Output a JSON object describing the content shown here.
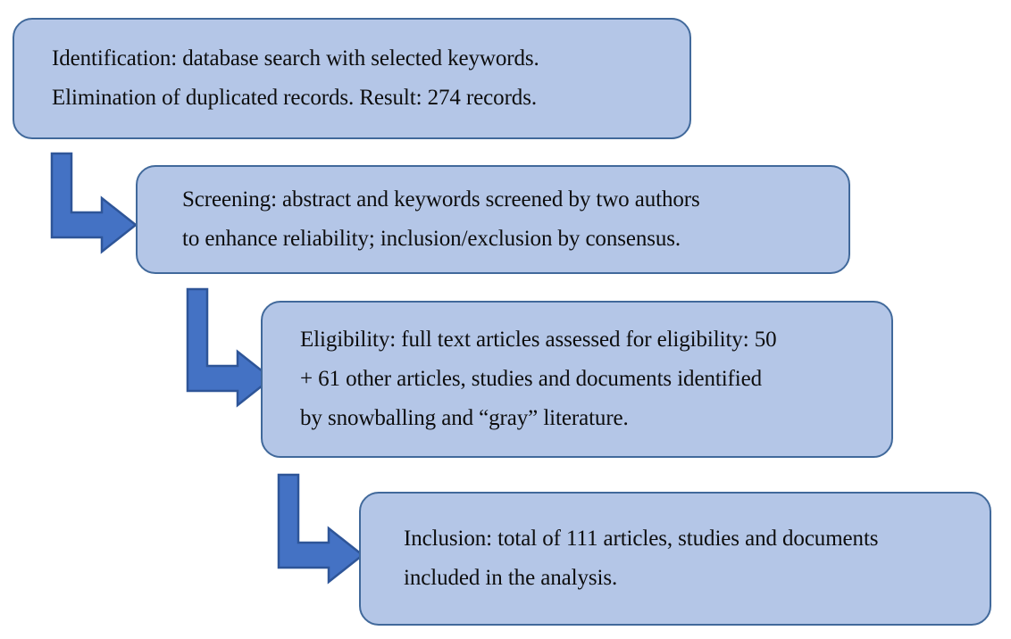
{
  "diagram": {
    "title": "PRISMA-style literature selection flow",
    "colors": {
      "box_fill": "#b4c6e7",
      "box_border": "#41699b",
      "arrow_fill": "#4472c4",
      "arrow_stroke": "#2e5598",
      "text": "#0d0d0d",
      "background": "#ffffff"
    },
    "stages": [
      {
        "id": "identification",
        "stage_label": "Identification",
        "lines": [
          "Identification: database search with selected keywords.",
          "Elimination of duplicated records. Result: 274 records."
        ],
        "records": 274
      },
      {
        "id": "screening",
        "stage_label": "Screening",
        "lines": [
          "Screening: abstract and keywords screened by two authors",
          "to enhance reliability; inclusion/exclusion by consensus."
        ]
      },
      {
        "id": "eligibility",
        "stage_label": "Eligibility",
        "lines": [
          "Eligibility: full text articles assessed for eligibility: 50",
          "+ 61 other articles, studies and documents identified",
          "by snowballing and “gray” literature."
        ],
        "full_text_assessed": 50,
        "other_articles": 61
      },
      {
        "id": "inclusion",
        "stage_label": "Inclusion",
        "lines": [
          "Inclusion: total of 111 articles, studies and documents",
          "included in the analysis."
        ],
        "total_included": 111
      }
    ],
    "connectors": [
      {
        "id": "arrow-1",
        "from": "identification",
        "to": "screening",
        "shape": "elbow-down-right"
      },
      {
        "id": "arrow-2",
        "from": "screening",
        "to": "eligibility",
        "shape": "elbow-down-right"
      },
      {
        "id": "arrow-3",
        "from": "eligibility",
        "to": "inclusion",
        "shape": "elbow-down-right"
      }
    ]
  }
}
